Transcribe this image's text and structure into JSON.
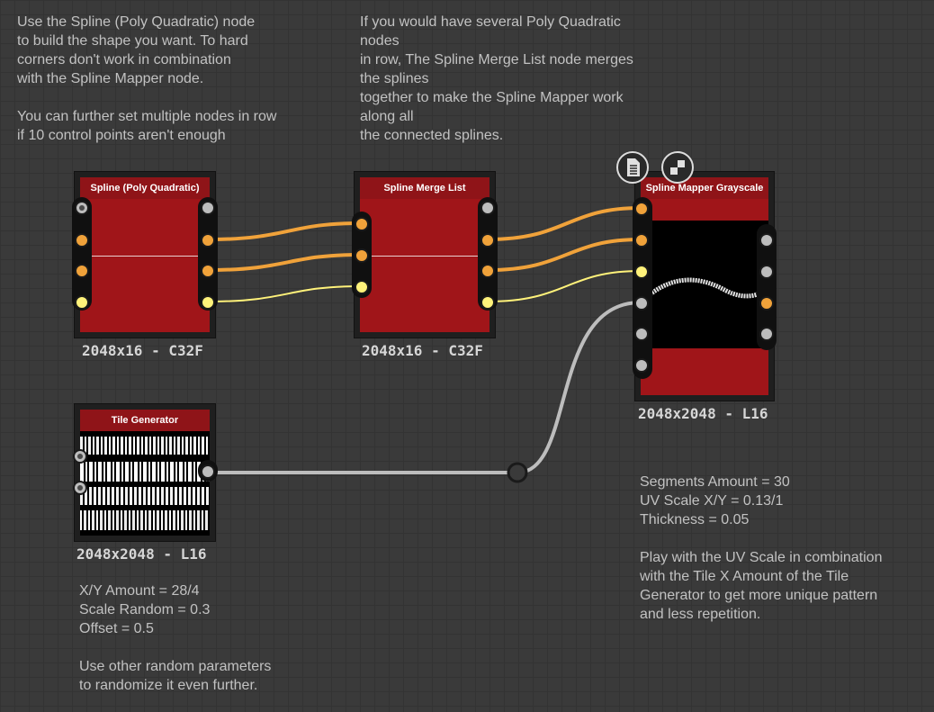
{
  "comments": {
    "top_left": "Use the Spline (Poly Quadratic) node\nto build the shape you want. To hard\ncorners don't work in combination\nwith the Spline Mapper node.\n\nYou can further set multiple nodes in row\nif 10 control points aren't enough",
    "top_middle": "If you would have several Poly Quadratic\nnodes\nin row, The Spline Merge List node merges\nthe splines\ntogether to make the Spline Mapper work\nalong all\nthe connected splines.",
    "right": "Segments Amount = 30\nUV Scale X/Y = 0.13/1\nThickness = 0.05\n\nPlay with the UV Scale in combination\nwith the Tile X Amount of the Tile\nGenerator to get more unique pattern\nand less repetition.",
    "bottom_left": "X/Y Amount = 28/4\nScale Random = 0.3\nOffset = 0.5\n\nUse other random parameters\nto randomize it even further."
  },
  "nodes": {
    "spline_poly": {
      "title": "Spline (Poly Quadratic)",
      "resolution": "2048x16 - C32F"
    },
    "merge_list": {
      "title": "Spline Merge List",
      "resolution": "2048x16 - C32F"
    },
    "mapper": {
      "title": "Spline Mapper Grayscale",
      "resolution": "2048x2048 - L16"
    },
    "tile_gen": {
      "title": "Tile Generator",
      "resolution": "2048x2048 - L16"
    }
  },
  "icons": [
    "document-icon",
    "checker-preview-icon"
  ],
  "colors": {
    "wire_orange": "#f0a23a",
    "wire_yellow": "#fff27a",
    "wire_gray": "#bdbdbd",
    "node_red": "#a01519"
  }
}
